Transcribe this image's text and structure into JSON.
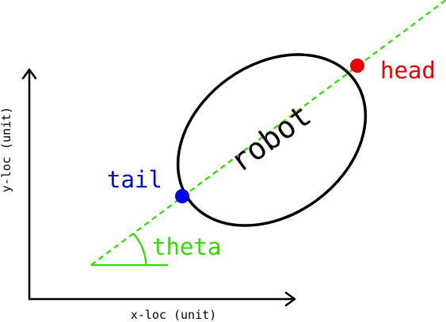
{
  "labels": {
    "robot": "robot",
    "head": "head",
    "tail": "tail",
    "theta": "theta",
    "x_axis": "x-loc (unit)",
    "y_axis": "y-loc (unit)"
  },
  "colors": {
    "axes": "#000000",
    "robot_outline": "#000000",
    "heading_line": "#33dd00",
    "angle_marker": "#33dd00",
    "head_point": "#ee0000",
    "tail_point": "#0000ee",
    "head_label": "#ee0000",
    "tail_label": "#0000ee",
    "theta_label": "#33dd00",
    "robot_label": "#000000",
    "axis_label": "#000000"
  }
}
